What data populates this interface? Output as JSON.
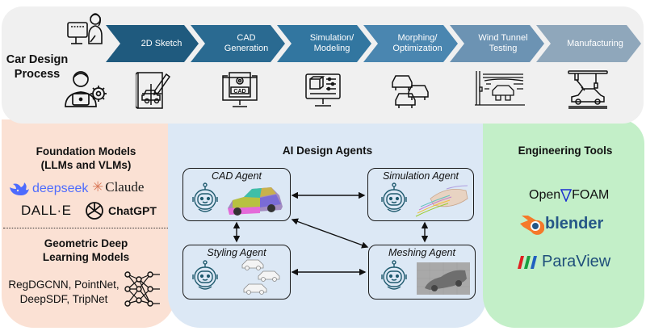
{
  "process": {
    "title": "Car Design Process",
    "steps": [
      {
        "label": "2D Sketch",
        "color": "#1f5a7e",
        "icon": "sketch-blueprint-icon"
      },
      {
        "label": "CAD Generation",
        "color": "#2a6a91",
        "icon": "cad-monitor-icon"
      },
      {
        "label": "Simulation/ Modeling",
        "color": "#3276a0",
        "icon": "simulation-monitor-icon"
      },
      {
        "label": "Morphing/ Optimization",
        "color": "#4a86b0",
        "icon": "car-variants-icon"
      },
      {
        "label": "Wind Tunnel Testing",
        "color": "#6c93b3",
        "icon": "wind-tunnel-icon"
      },
      {
        "label": "Manufacturing",
        "color": "#8fa7bb",
        "icon": "robot-arm-car-icon"
      }
    ]
  },
  "foundation": {
    "title_line1": "Foundation Models",
    "title_line2": "(LLMs and VLMs)",
    "logos": {
      "deepseek": "deepseek",
      "claude": "Claude",
      "dalle": "DALL·E",
      "chatgpt": "ChatGPT"
    },
    "colors": {
      "deepseek": "#4d6bfe",
      "claude": "#d97757"
    }
  },
  "geometric": {
    "title_line1": "Geometric Deep",
    "title_line2": "Learning Models",
    "models_line1": "RegDGCNN, PointNet,",
    "models_line2": "DeepSDF, TripNet"
  },
  "agents": {
    "title": "AI Design Agents",
    "items": [
      {
        "label": "CAD  Agent"
      },
      {
        "label": "Simulation Agent"
      },
      {
        "label": "Styling Agent"
      },
      {
        "label": "Meshing Agent"
      }
    ]
  },
  "tools": {
    "title": "Engineering Tools",
    "openfoam_a": "Open",
    "openfoam_b": "FOAM",
    "blender": "blender",
    "paraview": "ParaView",
    "colors": {
      "openfoam_nabla": "#1a2fd0",
      "blender_orange": "#f5792a",
      "blender_blue": "#265787",
      "paraview_text": "#1e4e7a"
    }
  }
}
